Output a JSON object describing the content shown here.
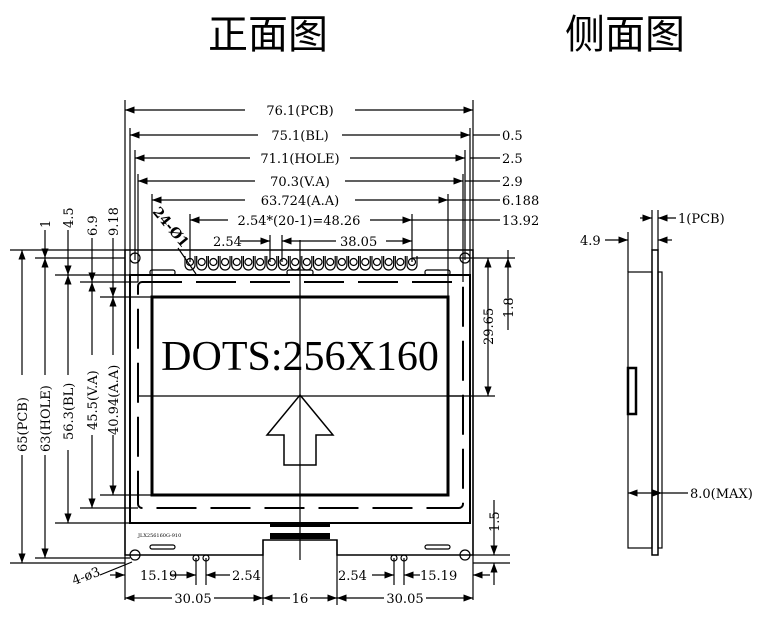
{
  "titles": {
    "front": "正面图",
    "side": "侧面图"
  },
  "display_text": "DOTS:256X160",
  "part_marking": "JLX256160G-910",
  "pin_label": "24-Ø1",
  "hole_label": "4-ø3",
  "top_dims": {
    "pcb": "76.1(PCB)",
    "bl": "75.1(BL)",
    "hole": "71.1(HOLE)",
    "va": "70.3(V.A)",
    "aa": "63.724(A.A)",
    "pitch_total": "2.54*(20-1)=48.26",
    "pitch": "2.54",
    "pin_offset": "38.05"
  },
  "right_dims": {
    "d1": "0.5",
    "d2": "2.5",
    "d3": "2.9",
    "d4": "6.188",
    "d5": "13.92",
    "v1": "29.65",
    "v2": "1.8",
    "v3": "1.5"
  },
  "left_dims": {
    "pcb": "65(PCB)",
    "hole": "63(HOLE)",
    "bl": "56.3(BL)",
    "va": "45.5(V.A)",
    "aa": "40.94(A.A)",
    "t1": "1",
    "t2": "4.5",
    "t3": "6.9",
    "t4": "9.18"
  },
  "bottom_dims": {
    "l1": "15.19",
    "l2": "2.54",
    "r2": "2.54",
    "r1": "15.19",
    "b1": "30.05",
    "b2": "16",
    "b3": "30.05"
  },
  "side_dims": {
    "pcb": "1(PCB)",
    "thick": "4.9",
    "max": "8.0(MAX)"
  }
}
